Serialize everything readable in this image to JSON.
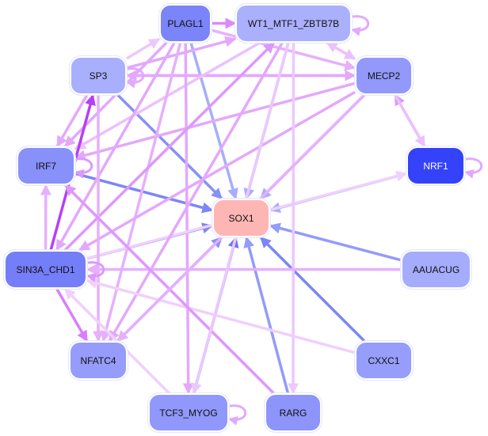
{
  "nodes": [
    {
      "id": "PLAGL1",
      "label": "PLAGL1",
      "color": "#7b84f9"
    },
    {
      "id": "WT1",
      "label": "WT1_MTF1_ZBTB7B",
      "color": "#aab0fc"
    },
    {
      "id": "SP3",
      "label": "SP3",
      "color": "#a8affc"
    },
    {
      "id": "MECP2",
      "label": "MECP2",
      "color": "#9299fb"
    },
    {
      "id": "IRF7",
      "label": "IRF7",
      "color": "#8890fa"
    },
    {
      "id": "NRF1",
      "label": "NRF1",
      "color": "#3442fa"
    },
    {
      "id": "SOX1",
      "label": "SOX1",
      "color": "#feb6b4"
    },
    {
      "id": "SIN3A",
      "label": "SIN3A_CHD1",
      "color": "#747ef8"
    },
    {
      "id": "AAUACUG",
      "label": "AAUACUG",
      "color": "#a5acfc"
    },
    {
      "id": "NFATC4",
      "label": "NFATC4",
      "color": "#959cfb"
    },
    {
      "id": "CXXC1",
      "label": "CXXC1",
      "color": "#969dfb"
    },
    {
      "id": "TCF3",
      "label": "TCF3_MYOG",
      "color": "#9098fb"
    },
    {
      "id": "RARG",
      "label": "RARG",
      "color": "#8d95fa"
    }
  ],
  "edges": [
    [
      "SP3",
      "SOX1",
      "#8890fa"
    ],
    [
      "IRF7",
      "SOX1",
      "#7c86f8"
    ],
    [
      "PLAGL1",
      "SOX1",
      "#a6aefc"
    ],
    [
      "WT1",
      "SOX1",
      "#a6aefc"
    ],
    [
      "MECP2",
      "SOX1",
      "#a6aefc"
    ],
    [
      "NRF1",
      "SOX1",
      "#a6aefc"
    ],
    [
      "SIN3A",
      "SOX1",
      "#7c86f8"
    ],
    [
      "AAUACUG",
      "SOX1",
      "#939bfb"
    ],
    [
      "NFATC4",
      "SOX1",
      "#8890fa"
    ],
    [
      "TCF3",
      "SOX1",
      "#6a74f7"
    ],
    [
      "RARG",
      "SOX1",
      "#939bfb"
    ],
    [
      "CXXC1",
      "SOX1",
      "#7c86f8"
    ],
    [
      "PLAGL1",
      "WT1",
      "#dd88fb"
    ],
    [
      "SP3",
      "PLAGL1",
      "#ecc8fd"
    ],
    [
      "SP3",
      "WT1",
      "#e3a8fc"
    ],
    [
      "SP3",
      "MECP2",
      "#e3a8fc"
    ],
    [
      "MECP2",
      "SP3",
      "#e3a8fc"
    ],
    [
      "WT1",
      "MECP2",
      "#ecc0fd"
    ],
    [
      "MECP2",
      "WT1",
      "#ecc0fd"
    ],
    [
      "PLAGL1",
      "MECP2",
      "#e6b0fc"
    ],
    [
      "SP3",
      "IRF7",
      "#e3a8fc"
    ],
    [
      "NRF1",
      "MECP2",
      "#dd98fb"
    ],
    [
      "MECP2",
      "NRF1",
      "#ecc0fd"
    ],
    [
      "MECP2",
      "IRF7",
      "#e3a8fc"
    ],
    [
      "WT1",
      "IRF7",
      "#ecc0fd"
    ],
    [
      "PLAGL1",
      "IRF7",
      "#e3a8fc"
    ],
    [
      "PLAGL1",
      "SIN3A",
      "#e3a8fc"
    ],
    [
      "PLAGL1",
      "NFATC4",
      "#e6b0fc"
    ],
    [
      "PLAGL1",
      "TCF3",
      "#e3a8fc"
    ],
    [
      "SIN3A",
      "SP3",
      "#b540f8"
    ],
    [
      "SIN3A",
      "WT1",
      "#dd98fb"
    ],
    [
      "MECP2",
      "SIN3A",
      "#e3a8fc"
    ],
    [
      "SIN3A",
      "NRF1",
      "#f0d0fd"
    ],
    [
      "SIN3A",
      "IRF7",
      "#e6b0fc"
    ],
    [
      "SP3",
      "NFATC4",
      "#e6b0fc"
    ],
    [
      "WT1",
      "RARG",
      "#ecc8fd"
    ],
    [
      "WT1",
      "NFATC4",
      "#e3a8fc"
    ],
    [
      "SIN3A",
      "NFATC4",
      "#d780fa"
    ],
    [
      "TCF3",
      "SIN3A",
      "#f0d0fd"
    ],
    [
      "AAUACUG",
      "SIN3A",
      "#e6b0fc"
    ],
    [
      "CXXC1",
      "SIN3A",
      "#f0d0fd"
    ],
    [
      "RARG",
      "IRF7",
      "#dd98fb"
    ],
    [
      "WT1",
      "TCF3",
      "#ecc8fd"
    ],
    [
      "MECP2",
      "NFATC4",
      "#e6b0fc"
    ]
  ],
  "self_loops": [
    [
      "WT1",
      "#e3a8fc"
    ],
    [
      "SP3",
      "#e3a8fc"
    ],
    [
      "IRF7",
      "#dd98fb"
    ],
    [
      "NRF1",
      "#e3a8fc"
    ],
    [
      "SIN3A",
      "#dd98fb"
    ],
    [
      "TCF3",
      "#e3a8fc"
    ]
  ]
}
